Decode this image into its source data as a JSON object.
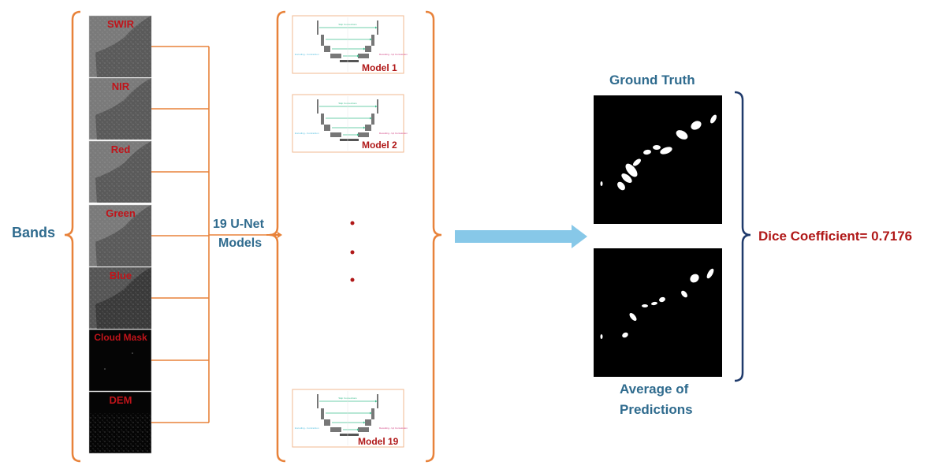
{
  "left_label": "Bands",
  "bands": [
    "SWIR",
    "NIR",
    "Red",
    "Green",
    "Blue",
    "Cloud Mask",
    "DEM"
  ],
  "middle_label_line1": "19 U-Net",
  "middle_label_line2": "Models",
  "models": [
    {
      "label": "Model 1",
      "skip_text": "Skip Connections",
      "enc_text": "Encoding - Contraction",
      "dec_text": "Decoding - Up Convolution"
    },
    {
      "label": "Model 2",
      "skip_text": "Skip Connections",
      "enc_text": "Encoding - Contraction",
      "dec_text": "Decoding - Up Convolution"
    },
    {
      "label": "Model 19",
      "skip_text": "Skip Connections",
      "enc_text": "Encoding - Contraction",
      "dec_text": "Decoding - Up Convolution"
    }
  ],
  "ground_truth_label": "Ground Truth",
  "prediction_label_line1": "Average of",
  "prediction_label_line2": "Predictions",
  "dice_label": "Dice Coefficient= 0.7176",
  "colors": {
    "bracket": "#e8823a",
    "connector": "#e8823a",
    "arrow": "#87c8e8",
    "right_bracket": "#1f3a6b",
    "title_blue": "#2f6b8e",
    "label_red": "#c0141a",
    "skip_line": "#3fbf8f",
    "enc_text": "#5ac0e0",
    "dec_text": "#d04080",
    "dots": "#b01818"
  }
}
